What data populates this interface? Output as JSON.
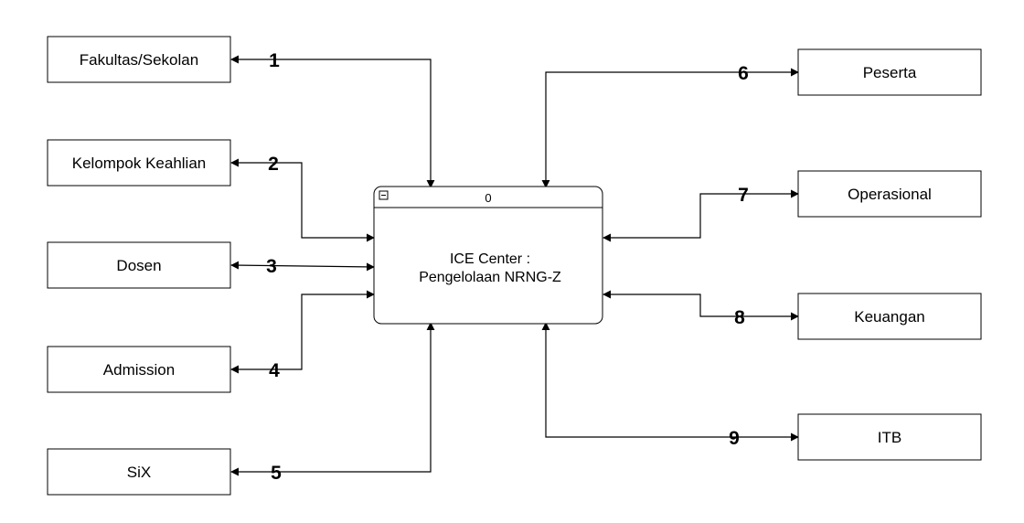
{
  "process": {
    "id": "0",
    "line1": "ICE Center :",
    "line2": "Pengelolaan NRNG-Z"
  },
  "entities": [
    "Fakultas/Sekolan",
    "Kelompok Keahlian",
    "Dosen",
    "Admission",
    "SiX",
    "Peserta",
    "Operasional",
    "Keuangan",
    "ITB"
  ],
  "flows": [
    "1",
    "2",
    "3",
    "4",
    "5",
    "6",
    "7",
    "8",
    "9"
  ]
}
